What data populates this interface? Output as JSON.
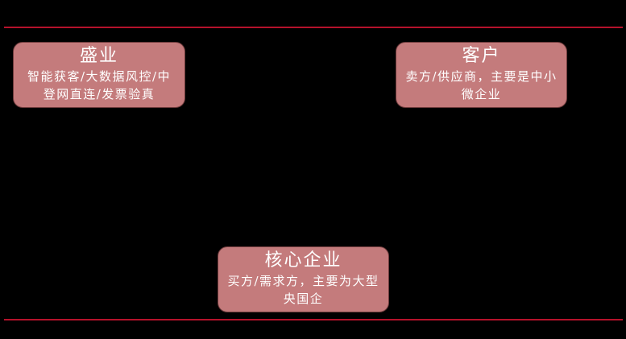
{
  "diagram": {
    "colors": {
      "background": "#000000",
      "rule": "#b5122b",
      "node_fill": "#c47b7c",
      "node_border": "#6e3b3c",
      "node_text": "#ffffff"
    },
    "nodes": [
      {
        "id": "shengye",
        "title": "盛业",
        "description": "智能获客/大数据风控/中登网直连/发票验真"
      },
      {
        "id": "customer",
        "title": "客户",
        "description": "卖方/供应商，主要是中小微企业"
      },
      {
        "id": "core",
        "title": "核心企业",
        "description": "买方/需求方，主要为大型央国企"
      }
    ]
  }
}
